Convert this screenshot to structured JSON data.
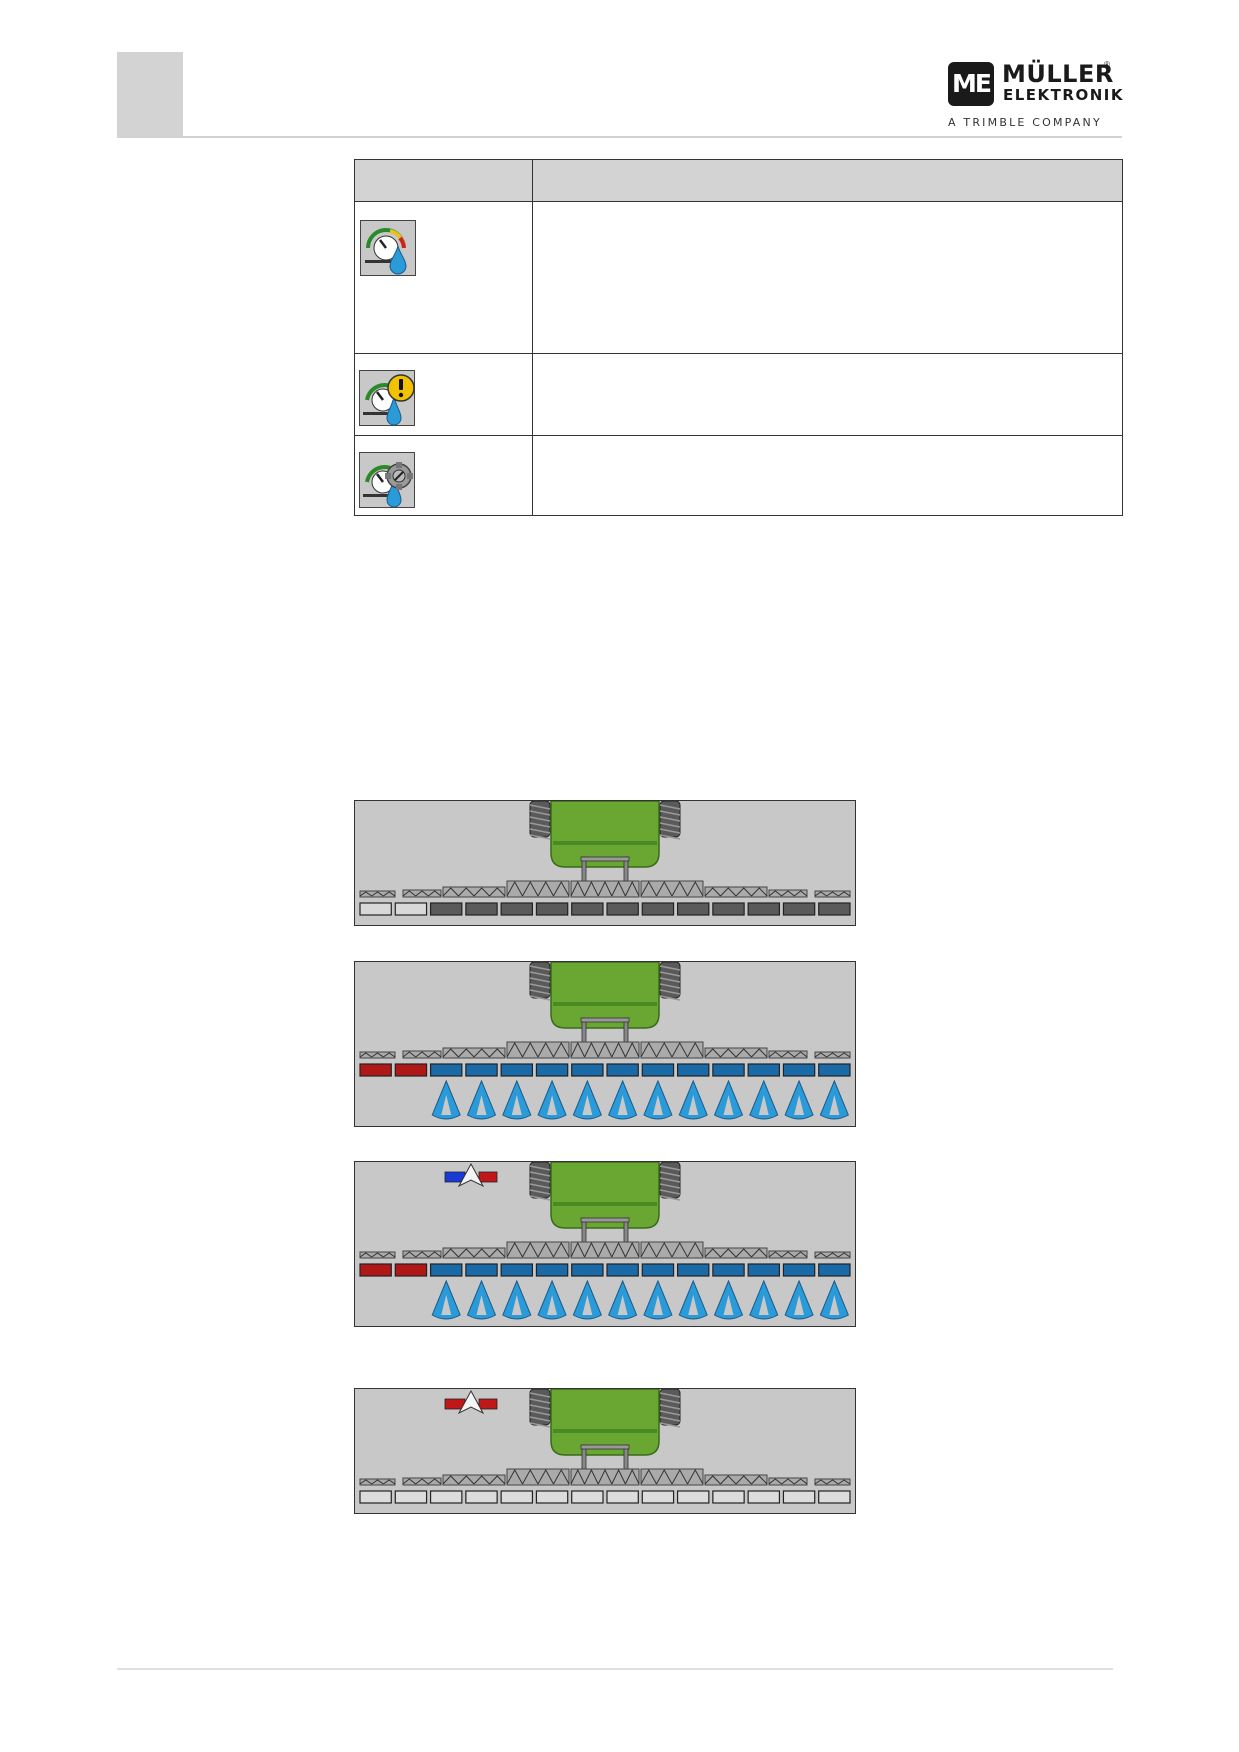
{
  "brand": {
    "logo_mark": "ME",
    "name": "MÜLLER",
    "sub": "ELEKTRONIK",
    "registered": "®",
    "tagline": "A TRIMBLE COMPANY"
  },
  "icon_table": {
    "header": [
      "",
      ""
    ],
    "rows": [
      {
        "icon": "pressure-gauge-nozzle-icon",
        "description": ""
      },
      {
        "icon": "pressure-gauge-warning-icon",
        "description": ""
      },
      {
        "icon": "pressure-gauge-blocked-icon",
        "description": ""
      }
    ]
  },
  "views": [
    {
      "name": "all-sections-off",
      "sections": [
        "light",
        "light",
        "dark",
        "dark",
        "dark",
        "dark",
        "dark",
        "dark",
        "dark",
        "dark",
        "dark",
        "dark",
        "dark",
        "dark"
      ],
      "spray": [
        false,
        false,
        false,
        false,
        false,
        false,
        false,
        false,
        false,
        false,
        false,
        false,
        false,
        false
      ],
      "guidance_arrow": null
    },
    {
      "name": "spraying-with-sections-off",
      "sections": [
        "red",
        "red",
        "blue",
        "blue",
        "blue",
        "blue",
        "blue",
        "blue",
        "blue",
        "blue",
        "blue",
        "blue",
        "blue",
        "blue"
      ],
      "spray": [
        false,
        false,
        true,
        true,
        true,
        true,
        true,
        true,
        true,
        true,
        true,
        true,
        true,
        true
      ],
      "guidance_arrow": null
    },
    {
      "name": "spraying-with-guidance",
      "sections": [
        "red",
        "red",
        "blue",
        "blue",
        "blue",
        "blue",
        "blue",
        "blue",
        "blue",
        "blue",
        "blue",
        "blue",
        "blue",
        "blue"
      ],
      "spray": [
        false,
        false,
        true,
        true,
        true,
        true,
        true,
        true,
        true,
        true,
        true,
        true,
        true,
        true
      ],
      "guidance_arrow": "blue-red"
    },
    {
      "name": "stopped-with-guidance",
      "sections": [
        "white",
        "white",
        "white",
        "white",
        "white",
        "white",
        "white",
        "white",
        "white",
        "white",
        "white",
        "white",
        "white",
        "white"
      ],
      "spray": [
        false,
        false,
        false,
        false,
        false,
        false,
        false,
        false,
        false,
        false,
        false,
        false,
        false,
        false
      ],
      "guidance_arrow": "red-red"
    }
  ],
  "colors": {
    "section_light": "#d8d8d8",
    "section_dark": "#5a5a5a",
    "section_red": "#b01818",
    "section_blue": "#1a6aa8",
    "section_white": "#dcdcdc",
    "tank_green": "#6aa632",
    "spray_blue": "#2a9ad8",
    "panel_bg": "#c8c8c8"
  }
}
